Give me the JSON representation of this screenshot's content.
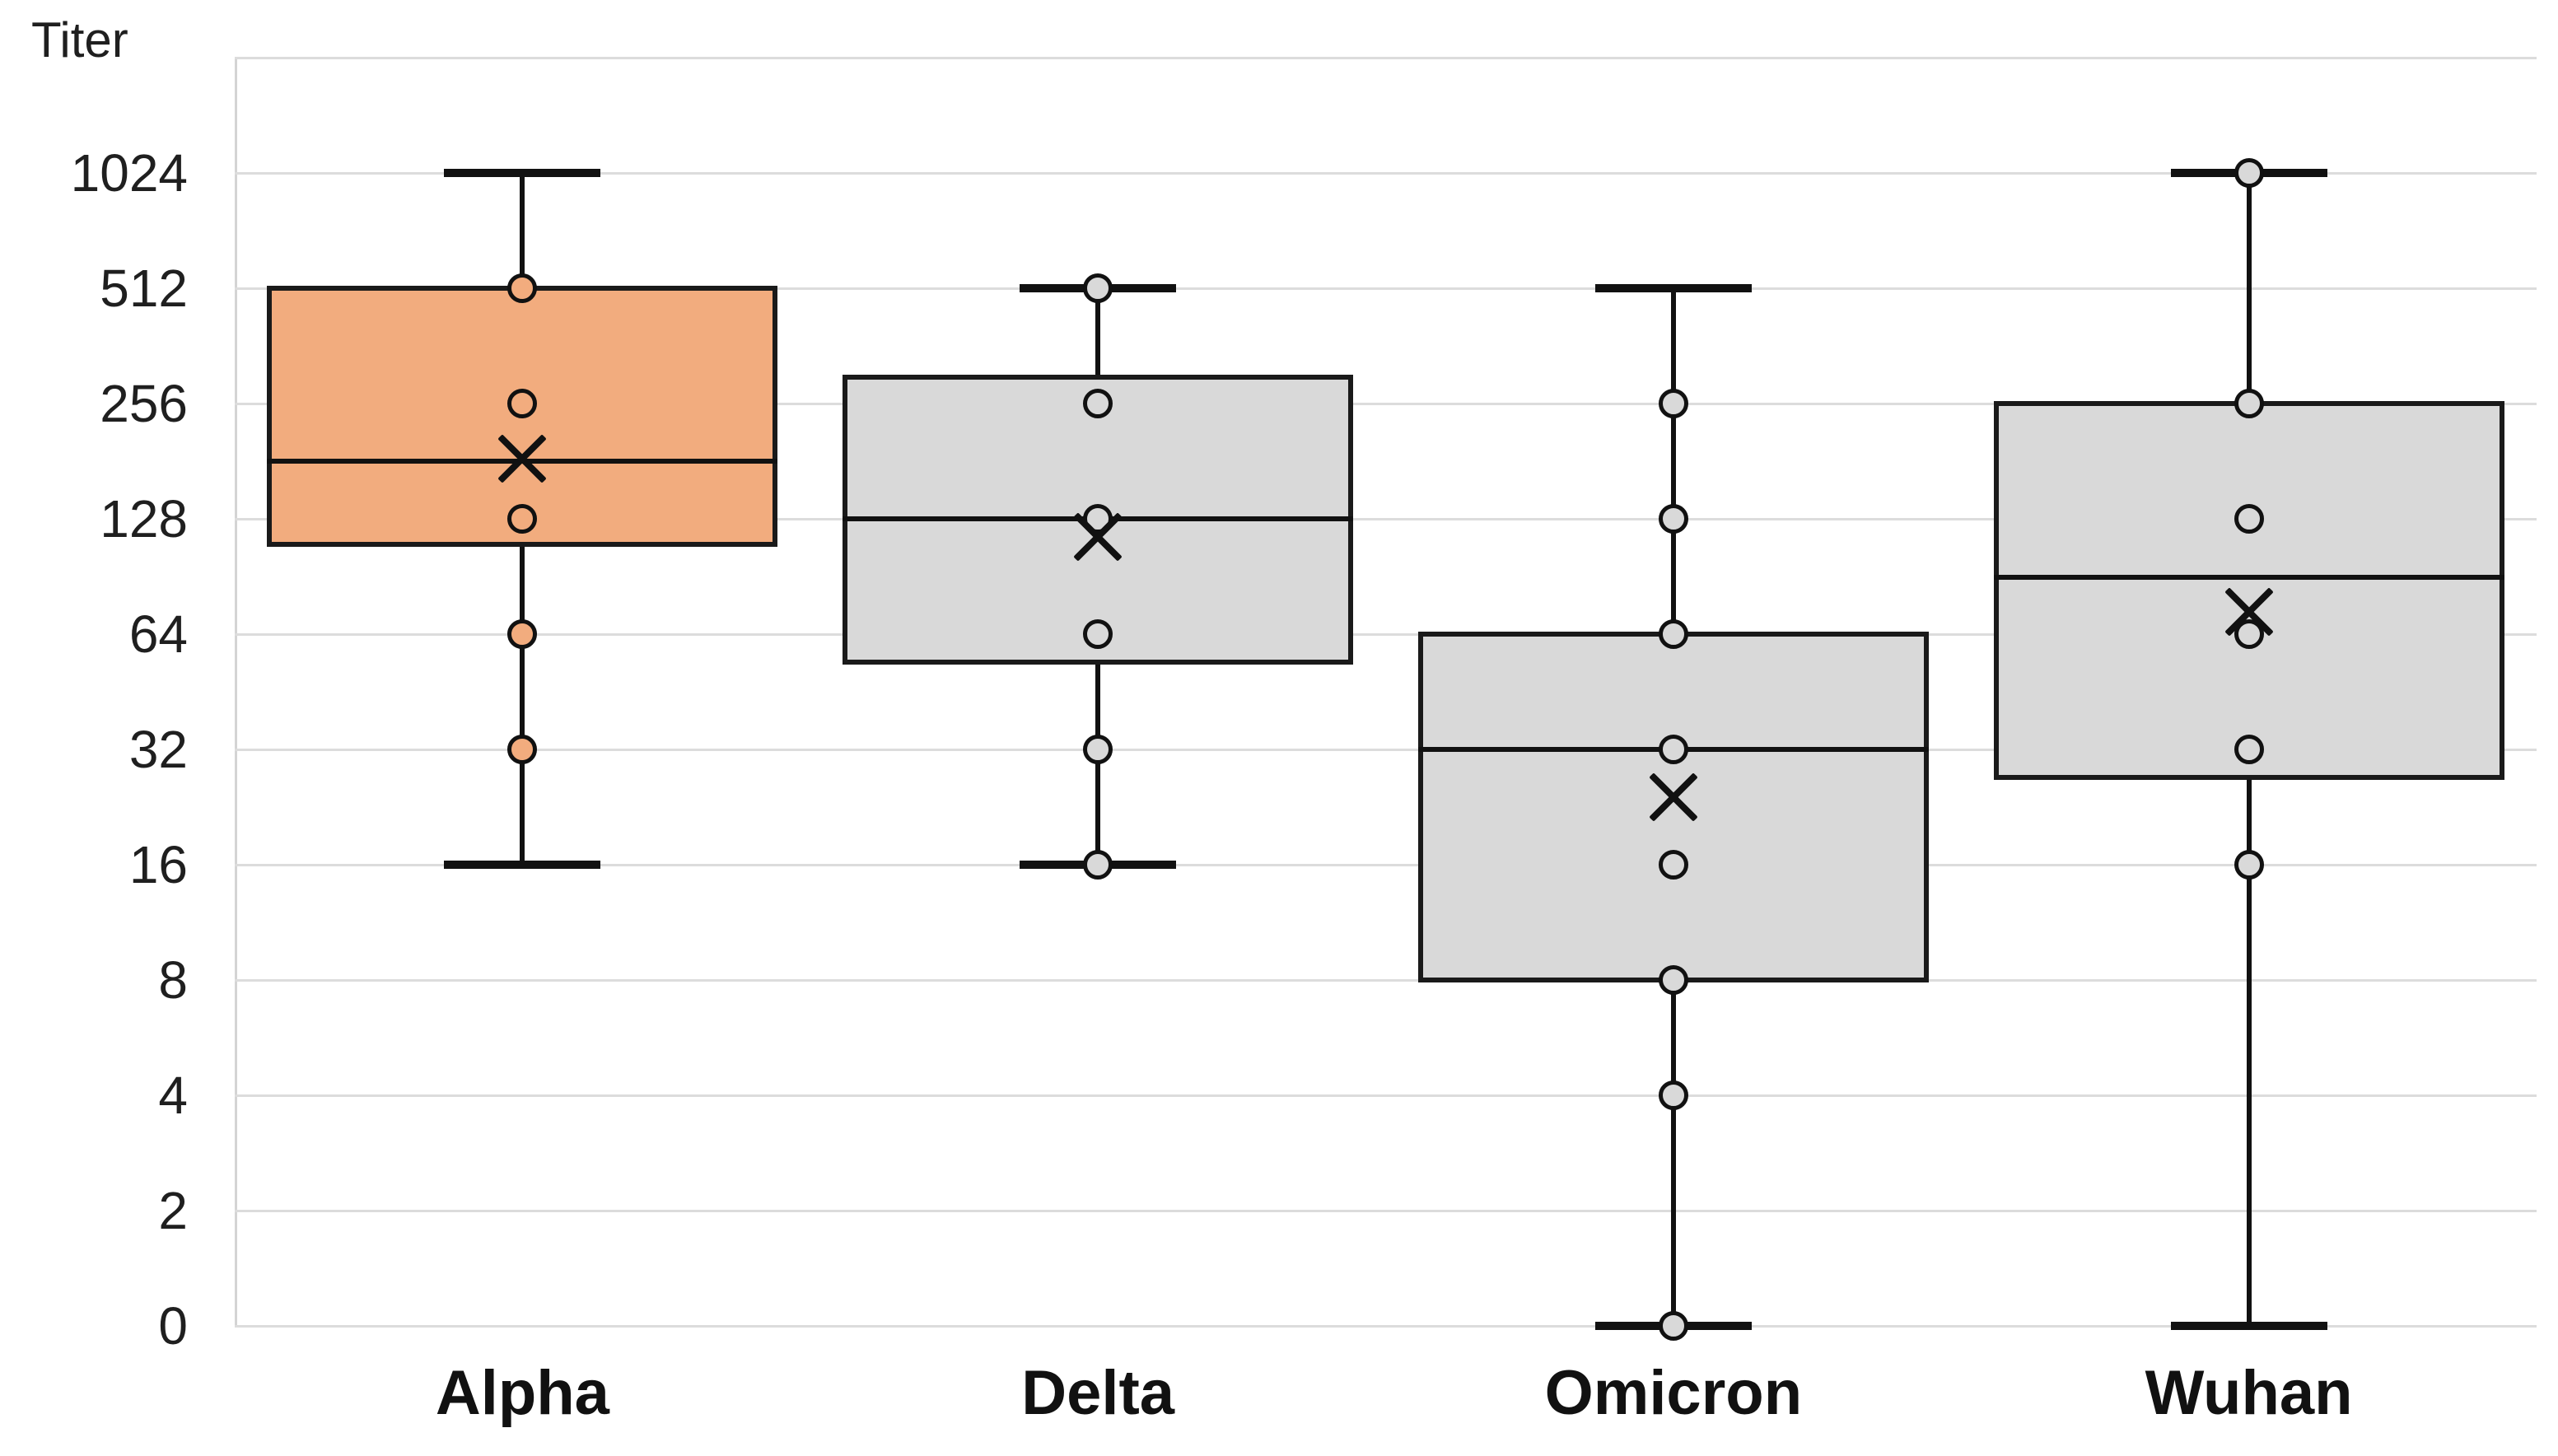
{
  "chart_data": {
    "type": "box",
    "title": "",
    "ylabel": "Titer",
    "xlabel": "",
    "grid": true,
    "legend": "none",
    "y_scale": "log2 (equal spacing per doubling)",
    "y_ticks": [
      {
        "label": "0",
        "value": 0
      },
      {
        "label": "2",
        "value": 2
      },
      {
        "label": "4",
        "value": 4
      },
      {
        "label": "8",
        "value": 8
      },
      {
        "label": "16",
        "value": 16
      },
      {
        "label": "32",
        "value": 32
      },
      {
        "label": "64",
        "value": 64
      },
      {
        "label": "128",
        "value": 128
      },
      {
        "label": "256",
        "value": 256
      },
      {
        "label": "512",
        "value": 512
      },
      {
        "label": "1024",
        "value": 1024
      }
    ],
    "categories": [
      "Alpha",
      "Delta",
      "Omicron",
      "Wuhan"
    ],
    "series": [
      {
        "name": "Alpha",
        "fill": "#F2AC7E",
        "whisker_low": 16,
        "q1": 110,
        "median": 181,
        "q3": 512,
        "whisker_high": 1024,
        "mean": 184,
        "points": [
          512,
          256,
          128,
          64,
          32
        ]
      },
      {
        "name": "Delta",
        "fill": "#D9D9D9",
        "whisker_low": 16,
        "q1": 54,
        "median": 128,
        "q3": 300,
        "whisker_high": 512,
        "mean": 115,
        "points": [
          512,
          256,
          128,
          64,
          32,
          16
        ]
      },
      {
        "name": "Omicron",
        "fill": "#D9D9D9",
        "whisker_low": 0,
        "q1": 8,
        "median": 32,
        "q3": 64,
        "whisker_high": 512,
        "mean": 24,
        "points": [
          256,
          128,
          64,
          32,
          16,
          8,
          4,
          0
        ]
      },
      {
        "name": "Wuhan",
        "fill": "#D9D9D9",
        "whisker_low": 0,
        "q1": 27,
        "median": 90,
        "q3": 256,
        "whisker_high": 1024,
        "mean": 73,
        "points": [
          1024,
          256,
          128,
          64,
          32,
          16
        ]
      }
    ],
    "colors": {
      "box_border": "#1a1a1a",
      "gridline": "#dcdcdc",
      "marker_outline": "#111111",
      "alpha_fill": "#F2AC7E",
      "gray_fill": "#D9D9D9"
    }
  }
}
